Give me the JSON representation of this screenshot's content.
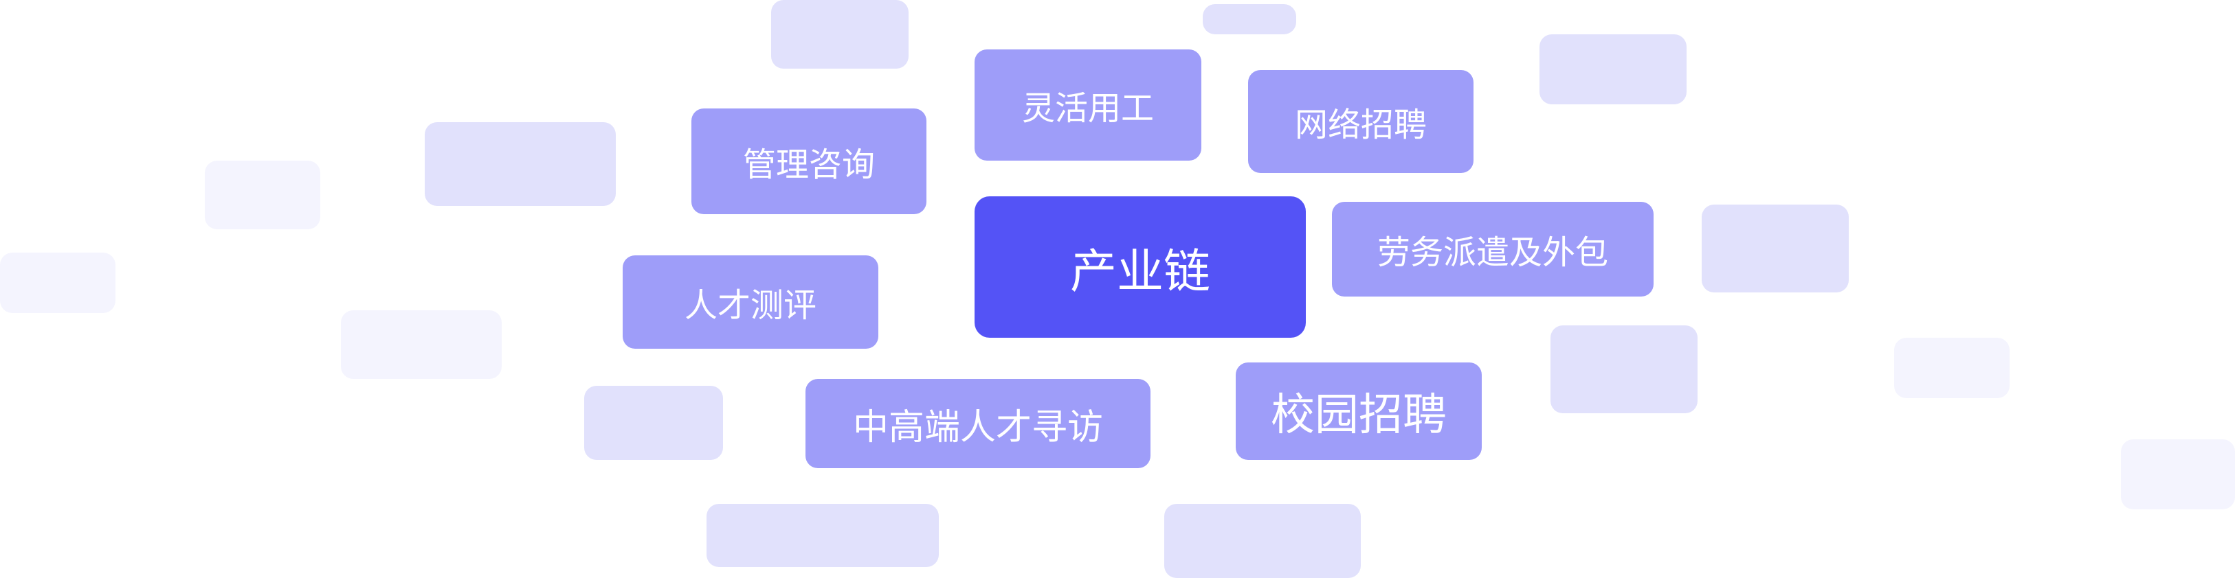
{
  "cloud": {
    "center": "产业链",
    "tags": [
      "灵活用工",
      "网络招聘",
      "管理咨询",
      "劳务派遣及外包",
      "人才测评",
      "中高端人才寻访",
      "校园招聘"
    ]
  },
  "colors": {
    "primary": "#5453f6",
    "tag": "#9e9df9",
    "placeholder": "#e1e1fc",
    "placeholder_light": "#f4f4fe"
  }
}
